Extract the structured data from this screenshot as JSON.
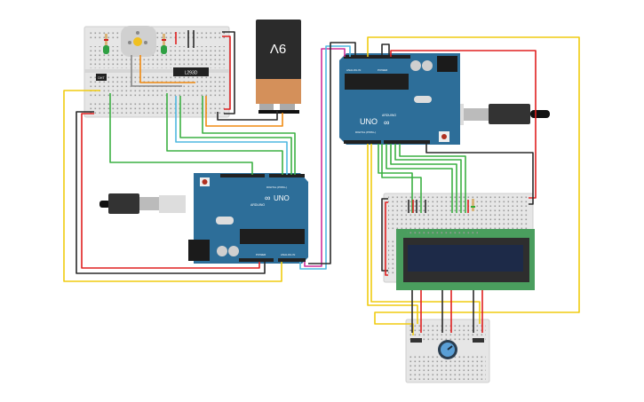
{
  "battery": {
    "label": "9V"
  },
  "motor_driver": {
    "label": "L293D"
  },
  "sensor": {
    "label": "DHT"
  },
  "arduino_left": {
    "model": "UNO",
    "brand": "ARDUINO",
    "digital_label": "DIGITAL (PWM~)",
    "analog_label": "ANALOG IN",
    "power_label": "POWER"
  },
  "arduino_right": {
    "model": "UNO",
    "brand": "ARDUINO",
    "digital_label": "DIGITAL (PWM~)",
    "analog_label": "ANALOG IN",
    "power_label": "POWER"
  },
  "colors": {
    "arduino": "#2d6e99",
    "breadboard": "#e6e6e6",
    "lcd_board": "#4a9e5e",
    "lcd_screen": "#1d2a48",
    "wire_red": "#e02020",
    "wire_black": "#2a2a2a",
    "wire_yellow": "#f0cc10",
    "wire_green": "#3cb043",
    "wire_blue": "#4fb8e0",
    "wire_orange": "#f08a10",
    "wire_magenta": "#d0309a"
  }
}
